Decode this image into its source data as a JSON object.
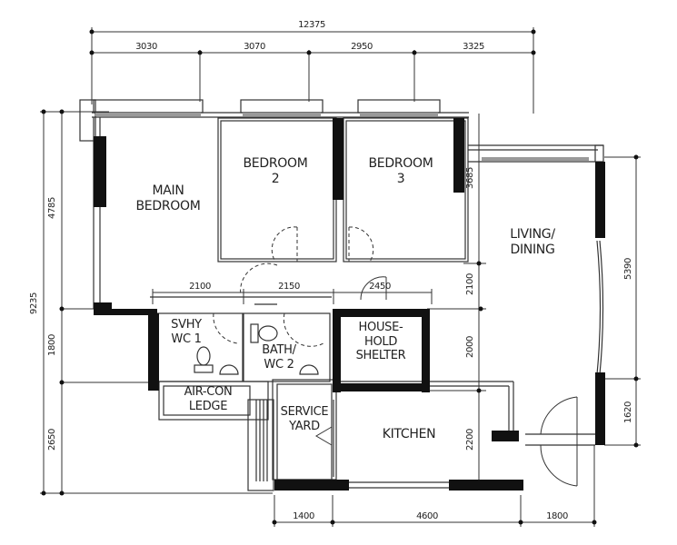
{
  "floor_plan": {
    "title": "",
    "rooms": [
      {
        "id": "main-bedroom",
        "label": "MAIN\nBEDROOM",
        "line1": "MAIN",
        "line2": "BEDROOM"
      },
      {
        "id": "bedroom-2",
        "line1": "BEDROOM",
        "line2": "2"
      },
      {
        "id": "bedroom-3",
        "line1": "BEDROOM",
        "line2": "3"
      },
      {
        "id": "living-dining",
        "line1": "LIVING/",
        "line2": "DINING"
      },
      {
        "id": "wc-1",
        "line1": "SVHY",
        "line2": "WC  1"
      },
      {
        "id": "bath-wc-2",
        "line1": "BATH/",
        "line2": "WC  2"
      },
      {
        "id": "household-shelter",
        "line1": "HOUSE-",
        "line2": "HOLD",
        "line3": "SHELTER"
      },
      {
        "id": "air-con-ledge",
        "line1": "AIR-CON",
        "line2": "LEDGE"
      },
      {
        "id": "service-yard",
        "line1": "SERVICE",
        "line2": "YARD"
      },
      {
        "id": "kitchen",
        "line1": "KITCHEN"
      }
    ],
    "dimensions": {
      "top_total": "12375",
      "top_segments": [
        "3030",
        "3070",
        "2950",
        "3325"
      ],
      "left_total": "9235",
      "left_segments": [
        "4785",
        "1800",
        "2650"
      ],
      "inner_horizontal": [
        "2100",
        "2150",
        "2450"
      ],
      "inner_vertical": [
        "3685",
        "2100",
        "2000",
        "2200"
      ],
      "right_segments": [
        "5390",
        "1620"
      ],
      "bottom_segments": [
        "1400",
        "4600",
        "1800"
      ]
    },
    "colors": {
      "wall": "#111111",
      "line": "#333333",
      "window": "#888888",
      "background": "#ffffff"
    }
  }
}
